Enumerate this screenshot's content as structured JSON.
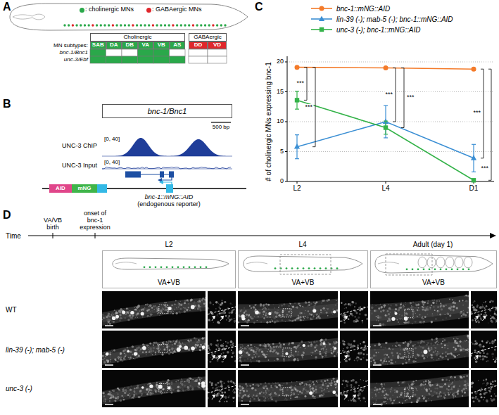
{
  "diagram": {
    "nodes": [
      {
        "text": [
          "Cholinergic"
        ]
      },
      {
        "text": [
          "GABAergic"
        ]
      },
      {
        "text": [
          "SAB"
        ]
      },
      {
        "text": [
          "DA"
        ]
      },
      {
        "text": [
          "DB"
        ]
      },
      {
        "text": [
          "VA"
        ]
      },
      {
        "text": [
          "VB"
        ]
      },
      {
        "text": [
          "AS"
        ]
      },
      {
        "text": [
          "DD"
        ]
      },
      {
        "text": [
          "VD"
        ]
      },
      {
        "text": [
          "bnc-1/Bnc1"
        ]
      },
      {
        "text": [
          "AID"
        ]
      },
      {
        "text": [
          "mNG"
        ]
      },
      {
        "text": [
          "VA+VB"
        ]
      },
      {
        "text": [
          "VA+VB"
        ]
      },
      {
        "text": [
          "VA+VB"
        ]
      }
    ],
    "labels": [
      "A",
      "MN subtypes:",
      "bnc-1/Bnc1",
      "unc-3/Ebf",
      "B",
      "500 bp",
      "UNC-3 ChIP",
      "[0, 40]",
      "UNC-3 Input",
      "[0, 40]",
      "bnc-1::mNG::AID",
      "(endogenous reporter)",
      "C",
      "# of cholinergic MNs expressing bnc-1",
      "0",
      "5",
      "10",
      "15",
      "20",
      "L2",
      "L4",
      "D1",
      "***",
      "***",
      "***",
      "***",
      "***",
      "***",
      "D",
      "Time",
      "VA/VB birth",
      "onset of bnc-1 expression",
      "L2",
      "L4",
      "Adult (day 1)",
      "WT",
      "lin-39 (-); mab-5 (-)",
      "unc-3 (-)"
    ],
    "legend": [
      {
        "text": ": cholinergic MNs",
        "color": "#2aa84a"
      },
      {
        "text": ": GABAergic MNs",
        "color": "#e0262b"
      },
      {
        "text": "bnc-1::mNG::AID"
      },
      {
        "text": "lin-39 (-); mab-5 (-); bnc-1::mNG::AID"
      },
      {
        "text": "unc-3 (-); bnc-1::mNG::AID"
      }
    ]
  }
}
